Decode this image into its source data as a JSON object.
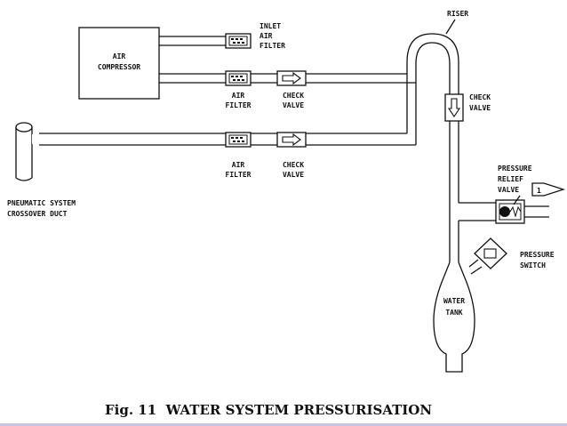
{
  "labels": {
    "riser": "RISER",
    "inlet_filter": [
      "INLET",
      "AIR",
      "FILTER"
    ],
    "compressor": [
      "AIR",
      "COMPRESSOR"
    ],
    "air_filter_1": [
      "AIR",
      "FILTER"
    ],
    "check_valve_1": [
      "CHECK",
      "VALVE"
    ],
    "air_filter_2": [
      "AIR",
      "FILTER"
    ],
    "check_valve_2": [
      "CHECK",
      "VALVE"
    ],
    "check_valve_riser": [
      "CHECK",
      "VALVE"
    ],
    "crossover": [
      "PNEUMATIC SYSTEM",
      "CROSSOVER DUCT"
    ],
    "relief_valve": [
      "PRESSURE",
      "RELIEF",
      "VALVE"
    ],
    "relief_flag": "1",
    "pressure_switch": [
      "PRESSURE",
      "SWITCH"
    ],
    "water_tank": [
      "WATER",
      "TANK"
    ]
  },
  "caption": "Fig. 11  WATER SYSTEM PRESSURISATION",
  "colors": {
    "ink": "#111111",
    "background": "#ffffff",
    "band": "#c9c3dc"
  }
}
